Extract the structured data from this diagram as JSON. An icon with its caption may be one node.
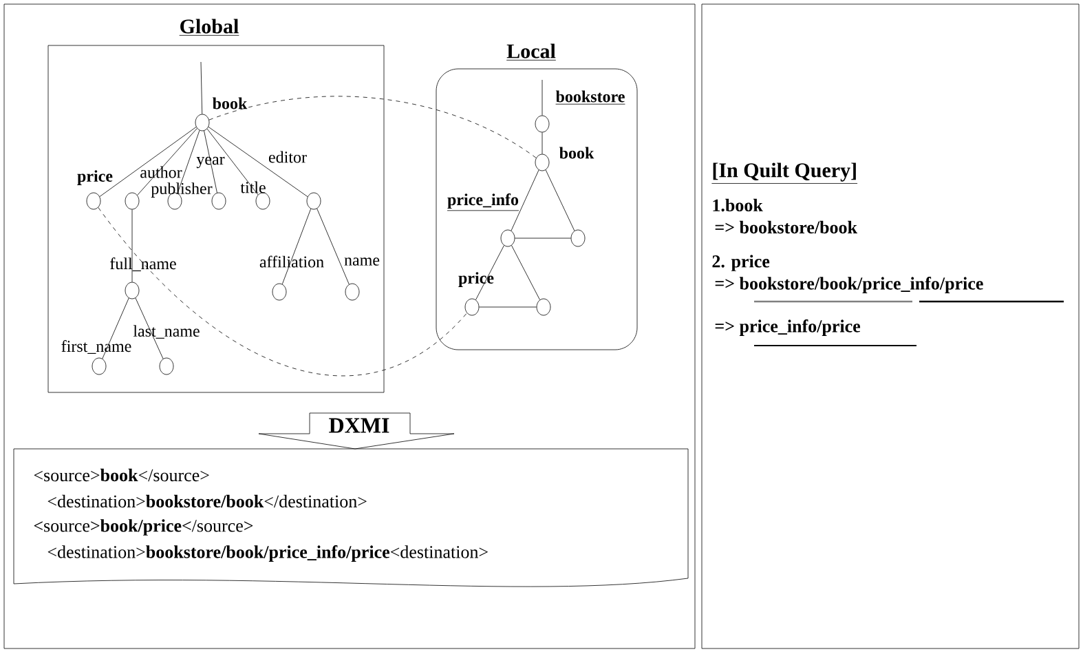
{
  "diagram": {
    "nodes": [
      {
        "text": [],
        "shape": "box"
      },
      {
        "text": [
          "Global"
        ],
        "in": 0
      },
      {
        "text": [],
        "shape": "circle",
        "beside": [
          "book"
        ],
        "in": 1
      },
      {
        "text": [],
        "shape": "circle",
        "beside": [
          "price"
        ],
        "in": 1
      },
      {
        "text": [],
        "shape": "circle",
        "beside": [
          "author"
        ],
        "in": 1
      },
      {
        "text": [],
        "shape": "circle",
        "beside": [
          "publisher"
        ],
        "in": 1
      },
      {
        "text": [],
        "shape": "circle",
        "beside": [
          "year"
        ],
        "in": 1
      },
      {
        "text": [],
        "shape": "circle",
        "beside": [
          "title"
        ],
        "in": 1
      },
      {
        "text": [],
        "shape": "circle",
        "beside": [
          "editor"
        ],
        "in": 1
      },
      {
        "text": [],
        "shape": "circle",
        "beside": [
          "full_name"
        ],
        "in": 1
      },
      {
        "text": [],
        "shape": "circle",
        "beside": [
          "affiliation"
        ],
        "in": 1
      },
      {
        "text": [],
        "shape": "circle",
        "beside": [
          "name"
        ],
        "in": 1
      },
      {
        "text": [],
        "shape": "circle",
        "beside": [
          "first_name"
        ],
        "in": 1
      },
      {
        "text": [],
        "shape": "circle",
        "beside": [
          "last_name"
        ],
        "in": 1
      },
      {
        "text": [
          "Local"
        ],
        "in": 0
      },
      {
        "text": [],
        "shape": "circle",
        "beside": [
          "bookstore"
        ],
        "in": 14
      },
      {
        "text": [],
        "shape": "circle",
        "beside": [
          "book"
        ],
        "in": 14
      },
      {
        "text": [],
        "shape": "circle",
        "beside": [
          "price_info"
        ],
        "in": 14
      },
      {
        "text": [],
        "shape": "circle",
        "in": 14
      },
      {
        "text": [],
        "shape": "circle",
        "beside": [
          "price"
        ],
        "in": 14
      },
      {
        "text": [],
        "shape": "circle",
        "in": 14
      },
      {
        "text": [
          "DXMI"
        ],
        "in": 0
      },
      {
        "text": [
          "<source>**book**</source>",
          "<destination>**bookstore/book**</destination>",
          "<source>**book/price**</source>",
          "<destination>**bookstore/book/price_info/price**<destination>"
        ],
        "in": 0
      },
      {
        "text": [
          "[In Quilt Query]",
          "1.book",
          "=> bookstore/book",
          "2. price",
          "=> bookstore/book/price_info/price",
          "=> price_info/price"
        ]
      }
    ],
    "edges": [
      {
        "from": null,
        "to": 2,
        "arrow": "none"
      },
      {
        "from": 2,
        "to": 3,
        "arrow": "none"
      },
      {
        "from": 2,
        "to": 4,
        "arrow": "none"
      },
      {
        "from": 2,
        "to": 5,
        "arrow": "none"
      },
      {
        "from": 2,
        "to": 6,
        "arrow": "none"
      },
      {
        "from": 2,
        "to": 7,
        "arrow": "none"
      },
      {
        "from": 2,
        "to": 8,
        "arrow": "none"
      },
      {
        "from": 4,
        "to": 9,
        "arrow": "none"
      },
      {
        "from": 8,
        "to": 10,
        "arrow": "none"
      },
      {
        "from": 8,
        "to": 11,
        "arrow": "none"
      },
      {
        "from": 9,
        "to": 12,
        "arrow": "none"
      },
      {
        "from": 9,
        "to": 13,
        "arrow": "none"
      },
      {
        "from": null,
        "to": 15,
        "arrow": "none"
      },
      {
        "from": 15,
        "to": 16,
        "arrow": "none"
      },
      {
        "from": 16,
        "to": 17,
        "arrow": "none"
      },
      {
        "from": 16,
        "to": 18,
        "arrow": "none"
      },
      {
        "from": 17,
        "to": 18,
        "arrow": "none"
      },
      {
        "from": 17,
        "to": 19,
        "arrow": "none"
      },
      {
        "from": 17,
        "to": 20,
        "arrow": "none"
      },
      {
        "from": 19,
        "to": 20,
        "arrow": "none"
      },
      {
        "from": 2,
        "to": 16,
        "arrow": "none",
        "style": "dashed"
      },
      {
        "from": 3,
        "to": 19,
        "arrow": "none",
        "style": "dashed"
      }
    ]
  }
}
